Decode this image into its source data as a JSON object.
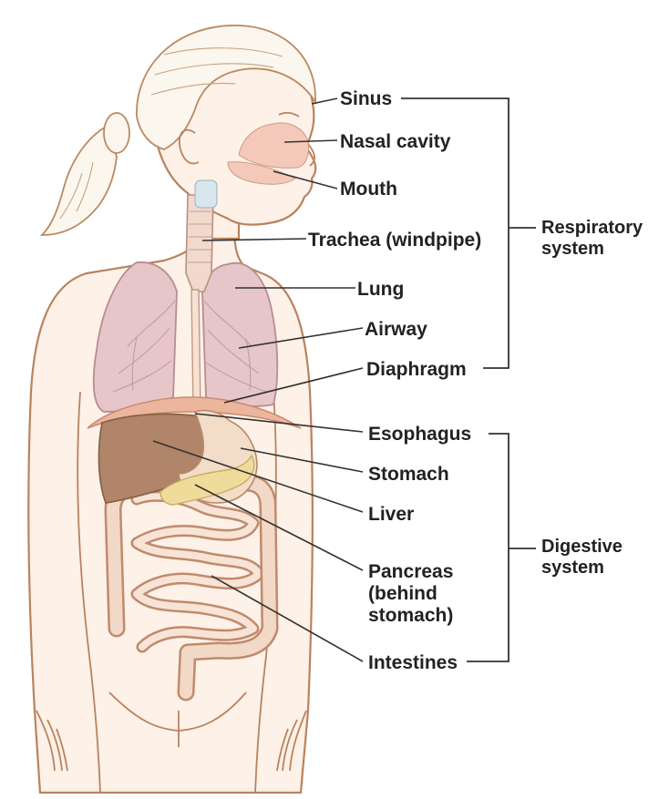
{
  "labels": {
    "sinus": "Sinus",
    "nasal_cavity": "Nasal cavity",
    "mouth": "Mouth",
    "trachea": "Trachea (windpipe)",
    "lung": "Lung",
    "airway": "Airway",
    "diaphragm": "Diaphragm",
    "esophagus": "Esophagus",
    "stomach": "Stomach",
    "liver": "Liver",
    "pancreas_line1": "Pancreas",
    "pancreas_line2": "(behind",
    "pancreas_line3": "stomach)",
    "intestines": "Intestines"
  },
  "groups": {
    "respiratory_line1": "Respiratory",
    "respiratory_line2": "system",
    "digestive_line1": "Digestive",
    "digestive_line2": "system"
  },
  "colors": {
    "skin_outline": "#b9835e",
    "lung": "#e6c6c9",
    "liver": "#b0856a",
    "pancreas": "#f0dc9a",
    "intestine": "#c08a6d",
    "label_text": "#222222"
  }
}
